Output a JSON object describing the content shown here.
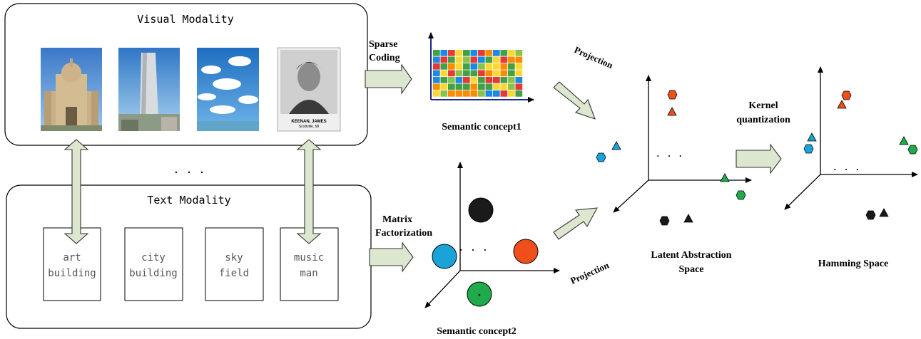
{
  "visual_modality": {
    "title": "Visual Modality",
    "photos": [
      {
        "subject": "cathedral"
      },
      {
        "subject": "tower"
      },
      {
        "subject": "sky"
      },
      {
        "subject": "portrait",
        "caption": "KEENAN, JAMES",
        "subcaption": "Scottville, MI"
      }
    ]
  },
  "text_modality": {
    "title": "Text Modality",
    "documents": [
      {
        "line1": "art",
        "line2": "building"
      },
      {
        "line1": "city",
        "line2": "building"
      },
      {
        "line1": "sky",
        "line2": "field"
      },
      {
        "line1": "music",
        "line2": "man"
      }
    ]
  },
  "between_modalities_ellipsis": ". . .",
  "steps": {
    "sparse_coding": {
      "line1": "Sparse",
      "line2": "Coding"
    },
    "matrix_factorization": {
      "line1": "Matrix",
      "line2": "Factorization"
    },
    "projection_top": "Projection",
    "projection_bottom": "Projection",
    "kernel_quantization": {
      "line1": "Kernel",
      "line2": "quantization"
    }
  },
  "semantic_concept1": {
    "label": "Semantic concept1",
    "grid_colors": [
      "#e53935",
      "#fdd835",
      "#43a047",
      "#1e88e5",
      "#8bc34a",
      "#fb8c00"
    ]
  },
  "semantic_concept2": {
    "label": "Semantic concept2",
    "ellipsis": ". . .",
    "circles": [
      {
        "name": "black",
        "color": "#1a1a1a"
      },
      {
        "name": "blue",
        "color": "#1aa3d9"
      },
      {
        "name": "orange",
        "color": "#f04e1a"
      },
      {
        "name": "green",
        "color": "#1faa4b"
      }
    ]
  },
  "latent_space": {
    "label_line1": "Latent Abstraction",
    "label_line2": "Space",
    "ellipsis": ". . ."
  },
  "hamming_space": {
    "label": "Hamming Space",
    "ellipsis": ". . ."
  },
  "colors": {
    "orange": "#f04e1a",
    "blue": "#1aa3d9",
    "green": "#1faa4b",
    "black": "#1a1a1a",
    "arrow_fill": "#dde7cf",
    "arrow_stroke": "#333333"
  }
}
